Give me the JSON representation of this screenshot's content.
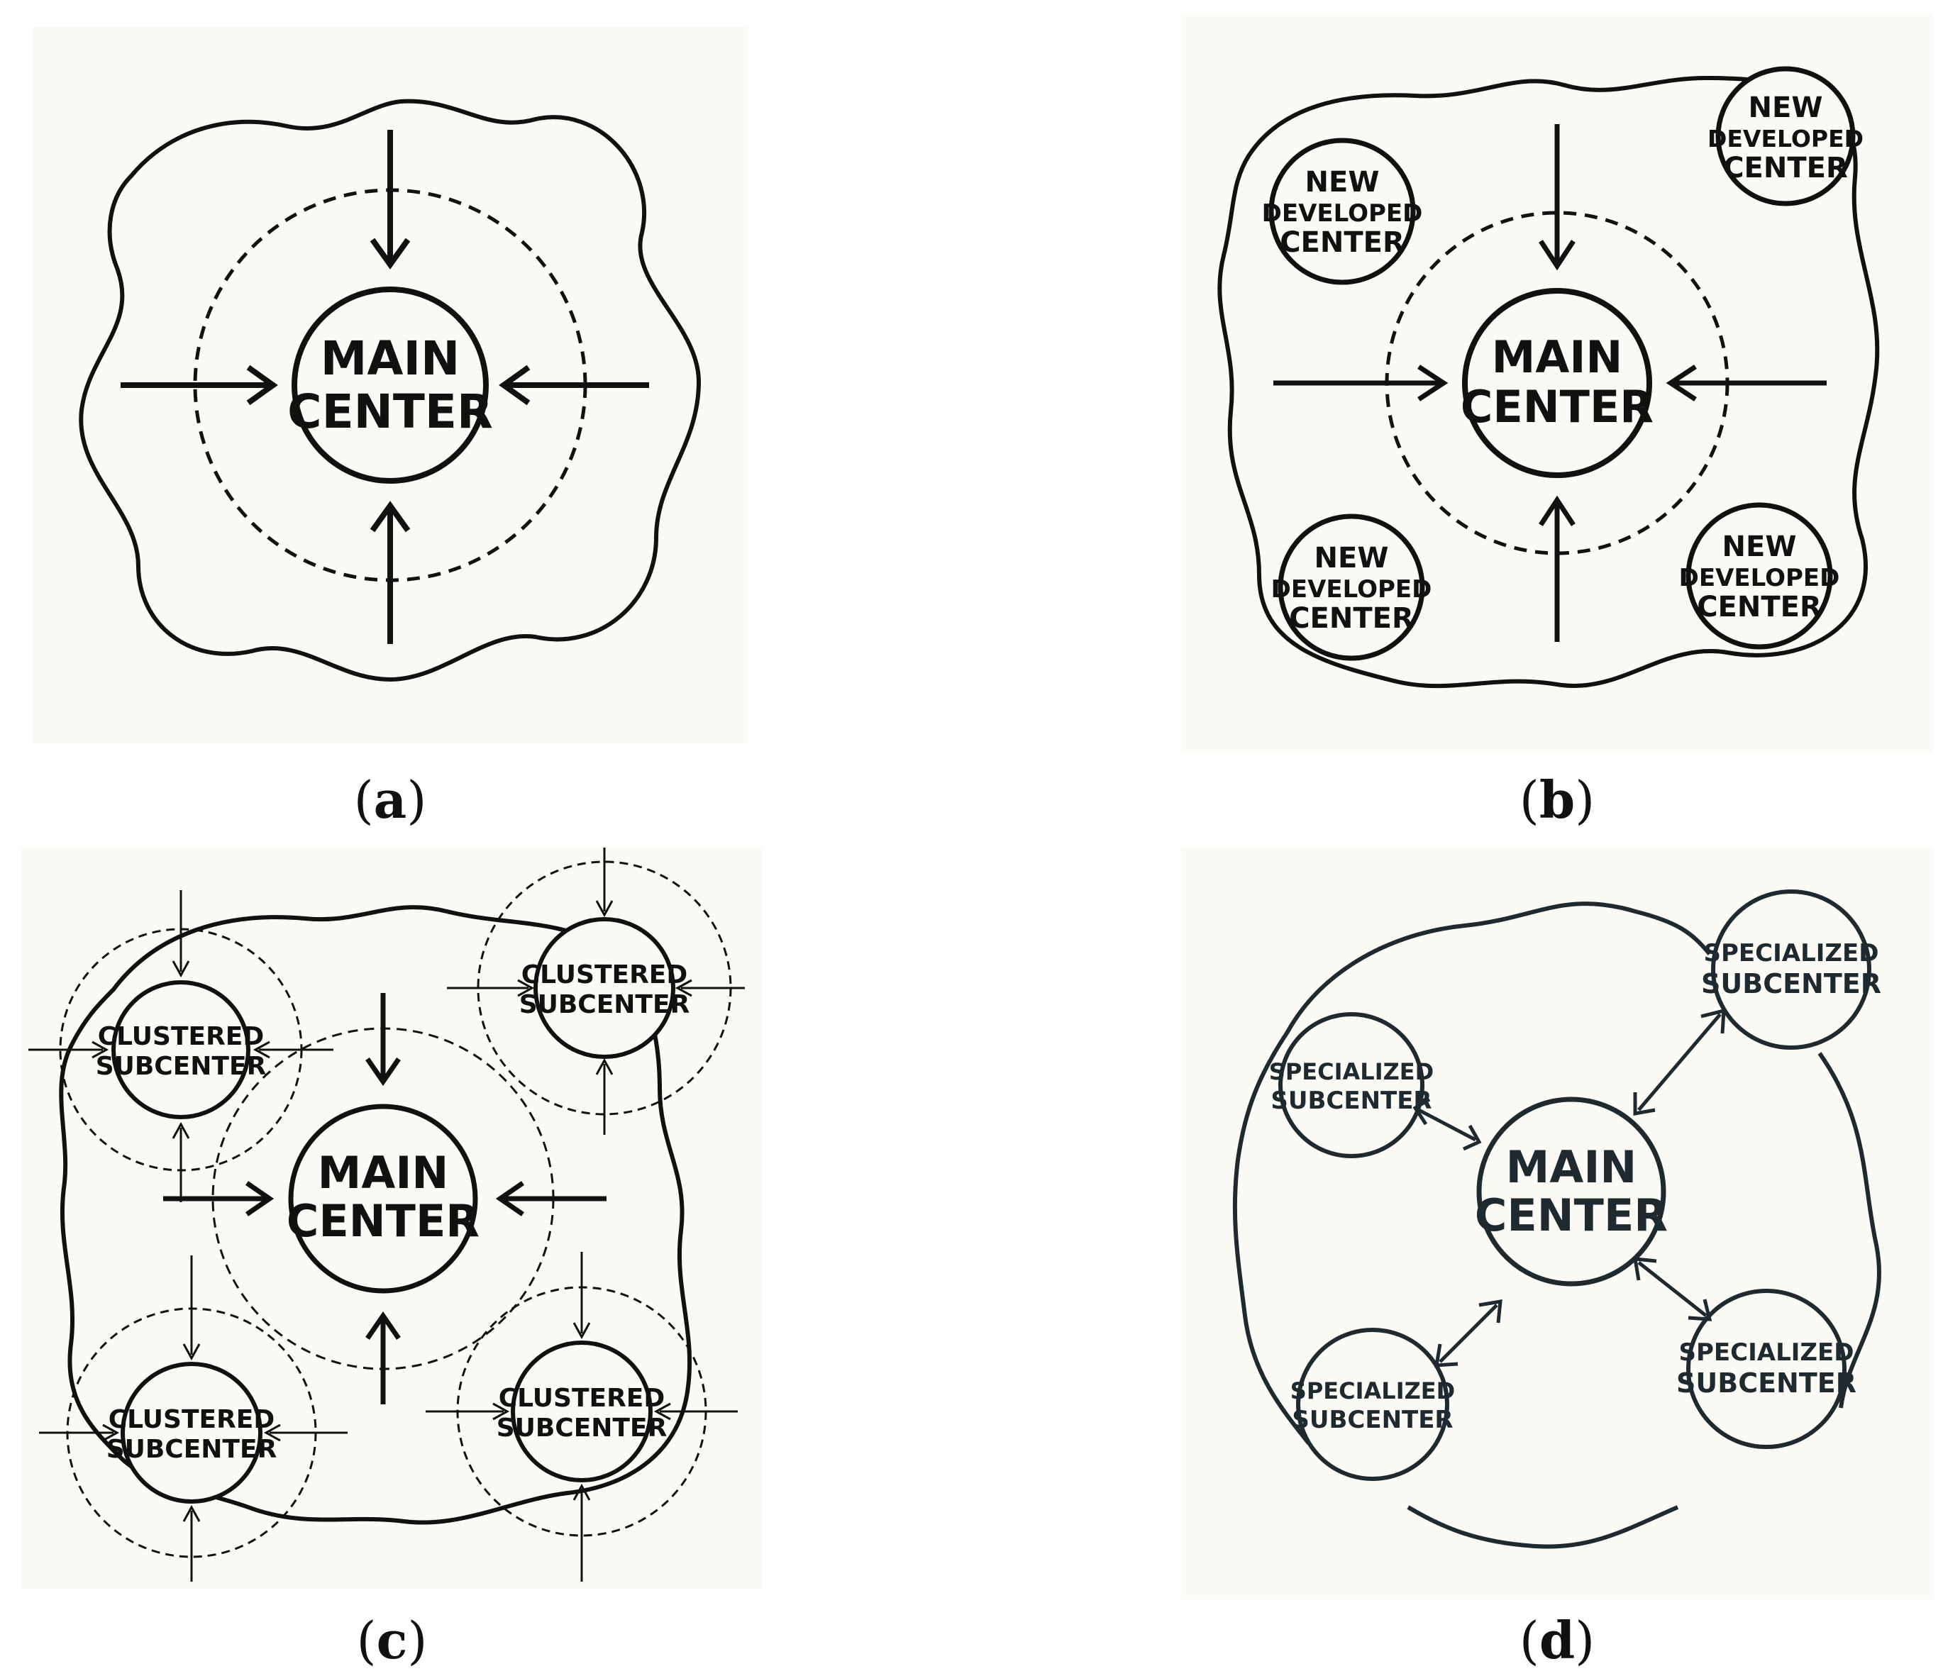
{
  "panels": {
    "a": {
      "label": "a",
      "main_center": [
        "MAIN",
        "CENTER"
      ]
    },
    "b": {
      "label": "b",
      "main_center": [
        "MAIN",
        "CENTER"
      ],
      "new_developed_center": [
        "NEW",
        "DEVELOPED",
        "CENTER"
      ]
    },
    "c": {
      "label": "c",
      "main_center": [
        "MAIN",
        "CENTER"
      ],
      "clustered_subcenter": [
        "CLUSTERED",
        "SUBCENTER"
      ]
    },
    "d": {
      "label": "d",
      "main_center": [
        "MAIN",
        "CENTER"
      ],
      "specialized_subcenter": [
        "SPECIALIZED",
        "SUBCENTER"
      ]
    }
  },
  "colors": {
    "ink": "#111111",
    "ink_d": "#1f2a30",
    "paper": "#fbfaf5"
  }
}
